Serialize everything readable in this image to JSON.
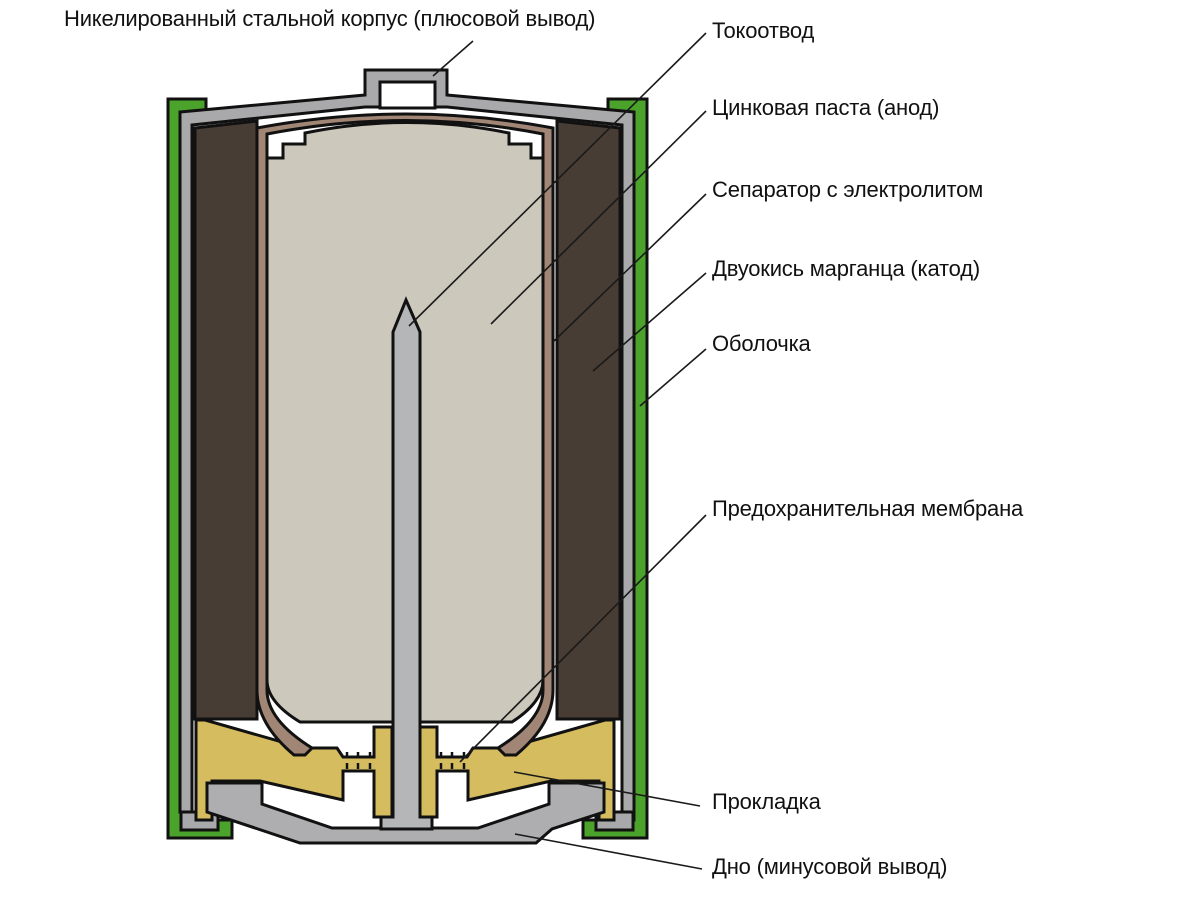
{
  "diagram_subject": "alkaline-battery-cross-section",
  "colors": {
    "background": "#ffffff",
    "outline": "#111111",
    "shell_green": "#4ca32b",
    "case_gray": "#a9a9ab",
    "pin_gray": "#b5b6b8",
    "plate_gray": "#aeaeb0",
    "cathode_brown": "#483d34",
    "separator_tan": "#a18676",
    "paste_beige": "#ccc8bb",
    "gasket_yellow": "#d5bc5f",
    "notch_white": "#ffffff"
  },
  "labels": {
    "nickel_case": "Никелированный стальной корпус (плюсовой вывод)",
    "current_collector": "Токоотвод",
    "zinc_paste": "Цинковая паста (анод)",
    "separator": "Сепаратор с электролитом",
    "manganese_dioxide": "Двуокись марганца (катод)",
    "shell": "Оболочка",
    "safety_membrane": "Предохранительная мембрана",
    "gasket": "Прокладка",
    "bottom": "Дно (минусовой вывод)"
  }
}
